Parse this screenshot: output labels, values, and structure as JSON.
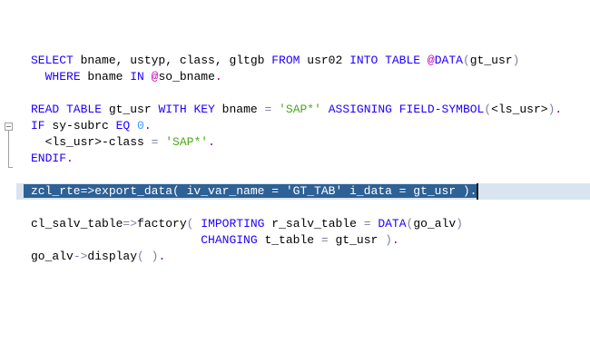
{
  "editor": {
    "colors": {
      "keyword": "#1f00ff",
      "string": "#4da619",
      "number": "#3399ff",
      "current_line_bg": "#dae4f0",
      "selection_bg": "#2e6195"
    },
    "lines": [
      {
        "tokens": [
          "SELECT",
          " bname, ustyp, class, gltgb ",
          "FROM",
          " usr02 ",
          "INTO TABLE",
          " ",
          "@",
          "DATA",
          "(",
          "gt_usr",
          ")"
        ]
      },
      {
        "tokens": [
          "  ",
          "WHERE",
          " bname ",
          "IN",
          " ",
          "@",
          "so_bname",
          "."
        ]
      },
      {
        "tokens": [
          ""
        ]
      },
      {
        "tokens": [
          "READ TABLE",
          " gt_usr ",
          "WITH KEY",
          " bname ",
          "=",
          " ",
          "'SAP*'",
          " ",
          "ASSIGNING FIELD-SYMBOL",
          "(",
          "<ls_usr>",
          ")",
          "."
        ]
      },
      {
        "tokens": [
          "IF",
          " sy-subrc ",
          "EQ",
          " ",
          "0",
          "."
        ]
      },
      {
        "tokens": [
          "  <ls_usr>-class ",
          "=",
          " ",
          "'SAP*'",
          "."
        ]
      },
      {
        "tokens": [
          "ENDIF",
          "."
        ]
      },
      {
        "tokens": [
          ""
        ]
      },
      {
        "tokens": [
          "zcl_rte=>export_data( iv_var_name = 'GT_TAB' i_data = gt_usr )."
        ]
      },
      {
        "tokens": [
          ""
        ]
      },
      {
        "tokens": [
          "cl_salv_table",
          "=>",
          "factory",
          "(",
          " ",
          "IMPORTING",
          " r_salv_table ",
          "=",
          " ",
          "DATA",
          "(",
          "go_alv",
          ")"
        ]
      },
      {
        "tokens": [
          "                        ",
          "CHANGING",
          " t_table ",
          "=",
          " gt_usr ",
          ")",
          "."
        ]
      },
      {
        "tokens": [
          "go_alv",
          "->",
          "display",
          "(",
          " ",
          ")",
          "."
        ]
      }
    ]
  }
}
